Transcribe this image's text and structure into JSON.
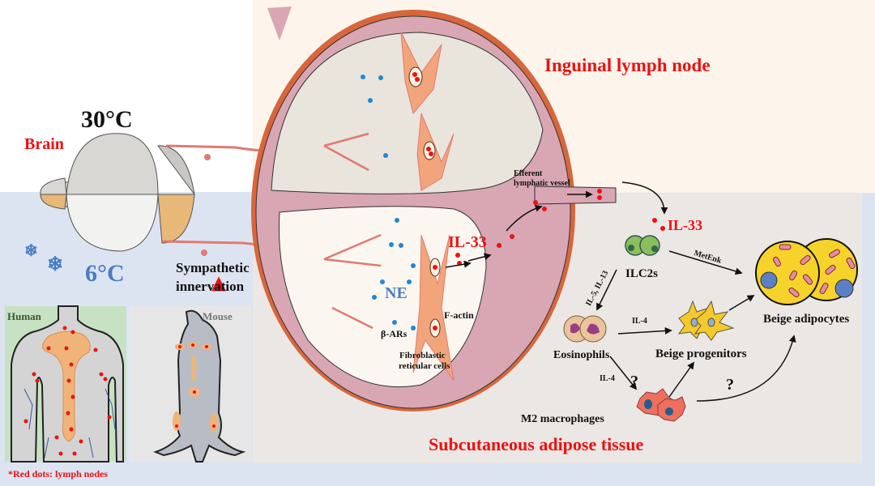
{
  "colors": {
    "cold_panel": "#dce4f2",
    "warm_panel": "#fdf5ec",
    "adipose_panel": "#ebe7e4",
    "node_capsule": "#d9663a",
    "node_tissue": "#d9a6b4",
    "node_cortex": "#e9e4dc",
    "node_medulla": "#fbf7f0",
    "nerve": "#e07a72",
    "frc": "#f2a57a",
    "ne_dot": "#1e88d6",
    "il33_dot": "#ee1111",
    "adipocyte": "#f6d32a",
    "mitochondria": "#e48ea0",
    "ilc2": "#8cbf5c",
    "eosinophil": "#e8c59a",
    "macrophage": "#ef6f5f",
    "brain_gray": "#d9d7d4",
    "brain_orange": "#e8b878",
    "human_bg": "#c6e2c2",
    "mouse_bg": "#e6e6e6"
  },
  "labels": {
    "temp_warm": "30°C",
    "temp_cold": "6°C",
    "brain": "Brain",
    "sympathetic_line1": "Sympathetic",
    "sympathetic_line2": "innervation",
    "inguinal_lymph_node": "Inguinal lymph node",
    "efferent_line1": "Efferent",
    "efferent_line2": "lymphatic vessel",
    "il33_node": "IL-33",
    "il33_tissue": "IL-33",
    "ne": "NE",
    "f_actin": "F-actin",
    "beta_ars": "β-ARs",
    "frc_line1": "Fibroblastic",
    "frc_line2": "reticular cells",
    "ilc2s": "ILC2s",
    "metenk": "MetEnk",
    "il5_il13": "IL-5, IL-13",
    "eosinophils": "Eosinophils",
    "il4_a": "IL-4",
    "il4_b": "IL-4",
    "beige_progenitors": "Beige progenitors",
    "beige_adipocytes": "Beige adipocytes",
    "m2_macrophages": "M2 macrophages",
    "question_1": "?",
    "question_2": "?",
    "subcutaneous": "Subcutaneous adipose tissue",
    "human": "Human",
    "mouse": "Mouse",
    "footnote": "*Red dots: lymph nodes"
  },
  "icons": {
    "snowflake": "❄",
    "up_arrow": "up-arrow-icon"
  }
}
